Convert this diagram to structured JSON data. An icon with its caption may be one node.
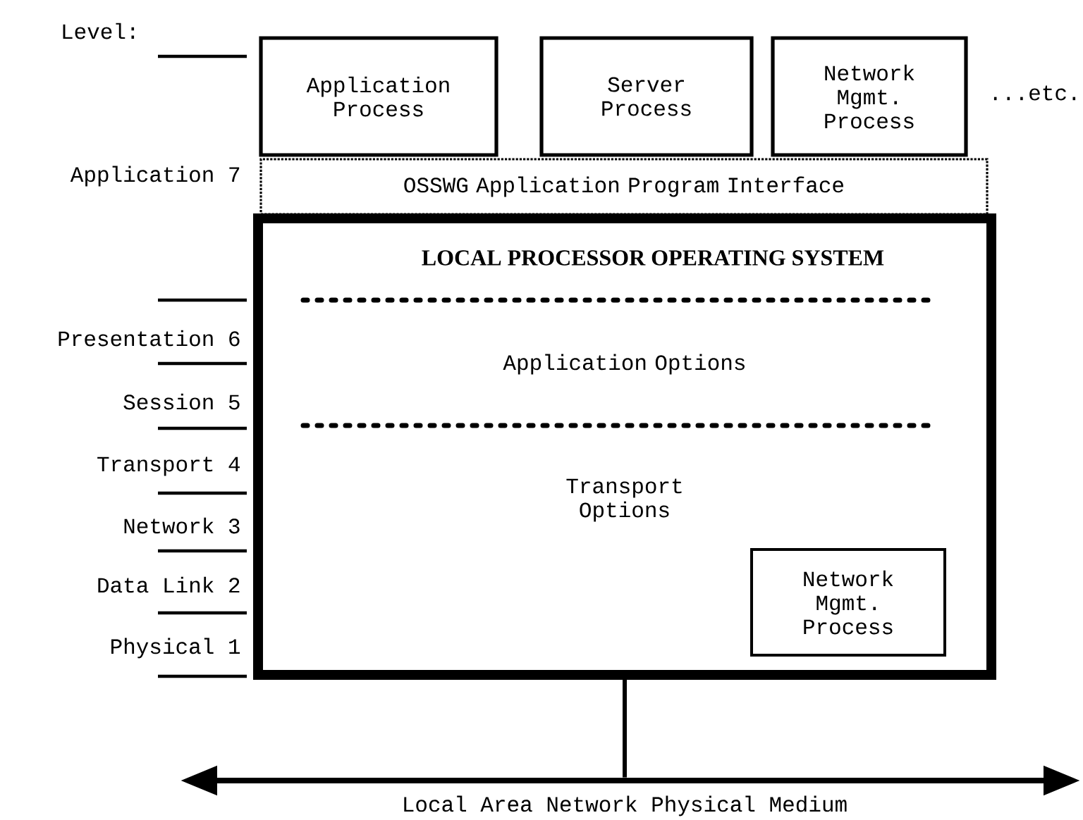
{
  "diagram": {
    "nodes": [
      {
        "text": [
          "Application Process"
        ]
      },
      {
        "text": [
          "Server Process"
        ]
      },
      {
        "text": [
          "Network Mgmt. Process"
        ]
      },
      {
        "text": [
          "OSSWG Application Program Interface"
        ]
      },
      {
        "text": [
          "LOCAL PROCESSOR OPERATING SYSTEM"
        ]
      },
      {
        "text": [
          "Application Options"
        ],
        "in": 4
      },
      {
        "text": [
          "Transport Options"
        ],
        "in": 4
      },
      {
        "text": [
          "Network Mgmt. Process"
        ],
        "in": 4
      },
      {
        "text": [
          "Local Area Network Physical Medium"
        ]
      }
    ],
    "edges": [
      {
        "from": 4,
        "to": 8,
        "arrow": "none"
      }
    ],
    "labels": [
      "Level:",
      "...etc.",
      "Application 7",
      "Presentation 6",
      "Session 5",
      "Transport 4",
      "Network 3",
      "Data Link 2",
      "Physical 1"
    ]
  }
}
